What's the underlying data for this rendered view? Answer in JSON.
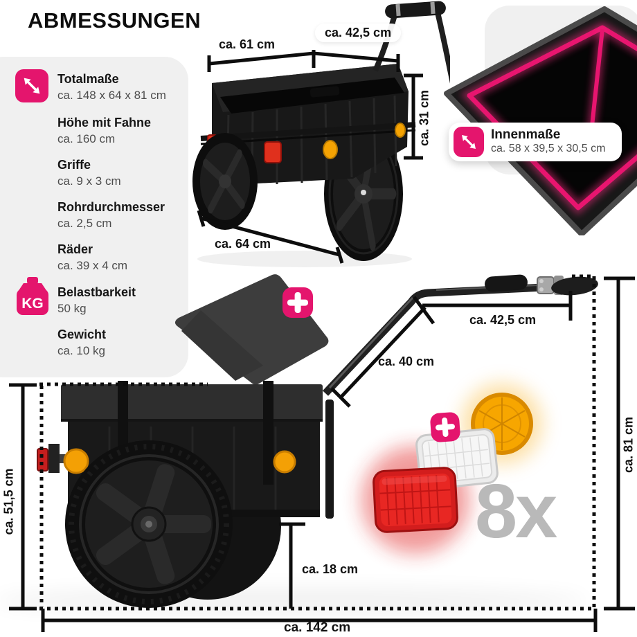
{
  "title": "ABMESSUNGEN",
  "colors": {
    "accent_pink": "#e4156d",
    "pink_glow": "#ff2d86",
    "card_bg": "#f0f0f0",
    "text_dark": "#161616",
    "text_gray": "#4d4d4d",
    "dimension_line": "#0d0d0d",
    "count_gray": "#b9b9b9",
    "reflector_orange": "#f5a303",
    "reflector_red": "#d31d1d",
    "reflector_white": "#ececec"
  },
  "specs": {
    "kg_text": "KG",
    "items": [
      {
        "label": "Totalmaße",
        "value": "ca. 148 x 64 x 81 cm"
      },
      {
        "label": "Höhe mit Fahne",
        "value": "ca. 160 cm"
      },
      {
        "label": "Griffe",
        "value": "ca. 9 x 3 cm"
      },
      {
        "label": "Rohrdurchmesser",
        "value": "ca. 2,5 cm"
      },
      {
        "label": "Räder",
        "value": "ca. 39 x 4 cm"
      },
      {
        "label": "Belastbarkeit",
        "value": "50 kg"
      },
      {
        "label": "Gewicht",
        "value": "ca. 10 kg"
      }
    ]
  },
  "top_view": {
    "length_top": "ca. 61 cm",
    "handle_width": "ca. 42,5 cm",
    "box_height": "ca. 31 cm",
    "length_bottom": "ca. 64 cm"
  },
  "inner": {
    "label": "Innenmaße",
    "value": "ca. 58 x 39,5 x 30,5 cm"
  },
  "side_view": {
    "handle_width": "ca. 42,5 cm",
    "drawbar_length": "ca. 40 cm",
    "total_height": "ca. 81 cm",
    "body_height": "ca. 51,5 cm",
    "ground_clearance": "ca. 18 cm",
    "total_length": "ca. 142 cm"
  },
  "reflector_count": "8x"
}
